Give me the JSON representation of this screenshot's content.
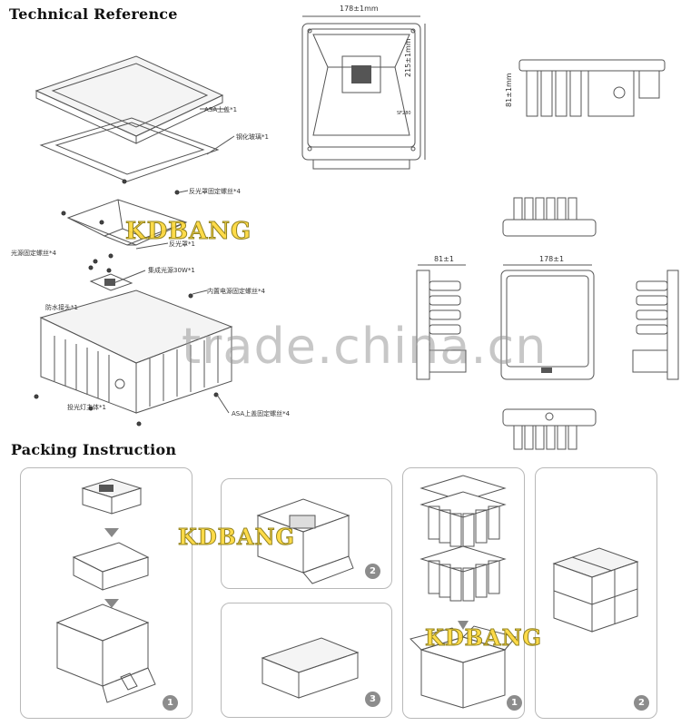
{
  "sections": {
    "technical_reference": "Technical Reference",
    "packing_instruction": "Packing Instruction"
  },
  "dimensions": {
    "top_width": "178±1mm",
    "top_height": "215±1mm",
    "side_height": "81±1mm",
    "front_depth": "81±1",
    "front_width": "178±1",
    "front_code": "SF280"
  },
  "parts": {
    "asa_top_cover": "ASA上盖*1",
    "tempered_glass": "钢化玻璃*1",
    "reflector_screw": "反光罩固定螺丝*4",
    "reflector": "反光罩*1",
    "light_source_screw": "光源固定螺丝*4",
    "integrated_source": "集成光源30W*1",
    "driver_screw": "内置电源固定螺丝*4",
    "waterproof_connector": "防水接头*1",
    "lamp_body": "投光灯主体*1",
    "asa_cover_screw": "ASA上盖固定螺丝*4"
  },
  "brand": "KDBANG",
  "watermark": "trade.china.cn",
  "steps": {
    "a1": "1",
    "a2": "2",
    "a3": "3",
    "b1": "1",
    "b2": "2"
  },
  "colors": {
    "brand": "#ffd83a",
    "line": "#555555",
    "panel_border": "#b8b8b8",
    "step_badge": "#8c8c8c"
  },
  "icons": [
    "exploded-view-illustration",
    "dimension-drawing",
    "box-illustration",
    "carton-illustration"
  ]
}
